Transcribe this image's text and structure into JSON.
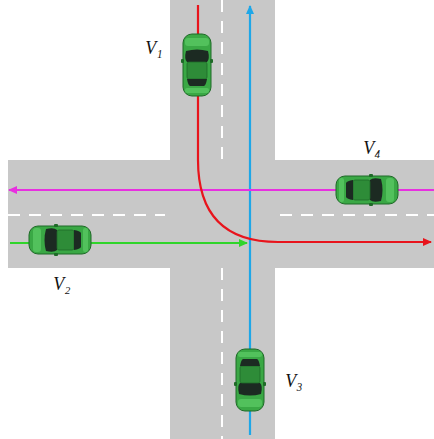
{
  "diagram": {
    "labels": [
      "V₁",
      "V₄",
      "V₂",
      "V₃"
    ]
  }
}
